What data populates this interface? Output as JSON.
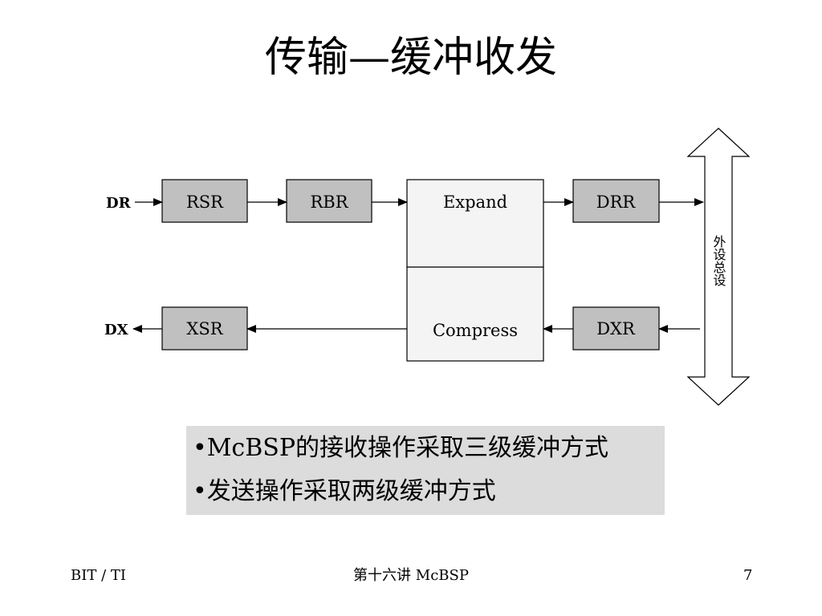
{
  "slide": {
    "title": "传输—缓冲收发"
  },
  "diagram": {
    "inputs": {
      "dr": "DR",
      "dx": "DX"
    },
    "boxes": {
      "rsr": "RSR",
      "rbr": "RBR",
      "expand": "Expand",
      "compress": "Compress",
      "drr": "DRR",
      "xsr": "XSR",
      "dxr": "DXR"
    },
    "bus_label": "外设总设",
    "colors": {
      "box_fill": "#c0c0c0",
      "expand_fill": "#f4f4f4",
      "stroke": "#000000"
    }
  },
  "bullets": [
    "•McBSP的接收操作采取三级缓冲方式",
    "•发送操作采取两级缓冲方式"
  ],
  "footer": {
    "left": "BIT / TI",
    "center": "第十六讲 McBSP",
    "right": "7"
  }
}
